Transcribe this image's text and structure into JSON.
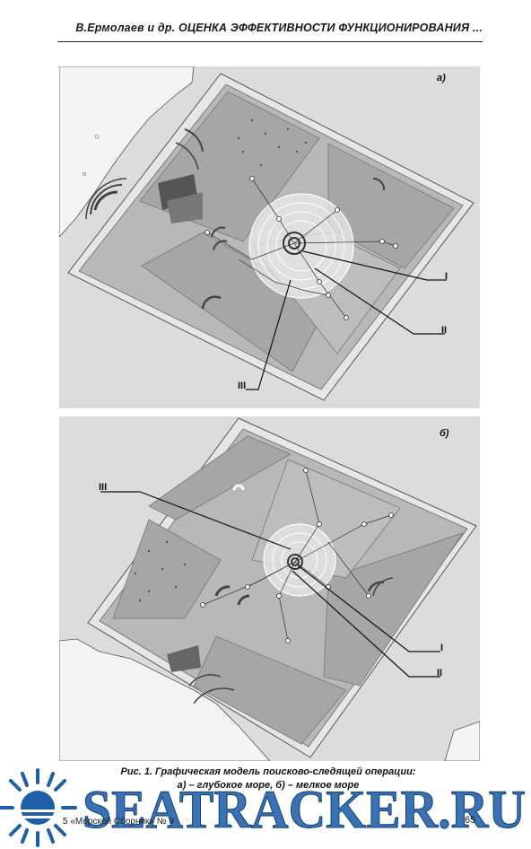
{
  "running_head": "В.Ермолаев и др. ОЦЕНКА ЭФФЕКТИВНОСТИ ФУНКЦИОНИРОВАНИЯ ...",
  "figure_a": {
    "panel_label": "а)",
    "callouts": [
      "I",
      "II",
      "III"
    ]
  },
  "figure_b": {
    "panel_label": "б)",
    "callouts": [
      "III",
      "I",
      "II"
    ]
  },
  "caption": {
    "line1": "Рис. 1. Графическая модель поисково-следящей операции:",
    "line2": "а) – глубокое море, б) – мелкое море"
  },
  "footer": {
    "left": "5 «Морской Сборник» № 9",
    "page_number": "65"
  },
  "watermark": {
    "text": "SEATRACKER.RU",
    "color": "#1f5fa8"
  }
}
